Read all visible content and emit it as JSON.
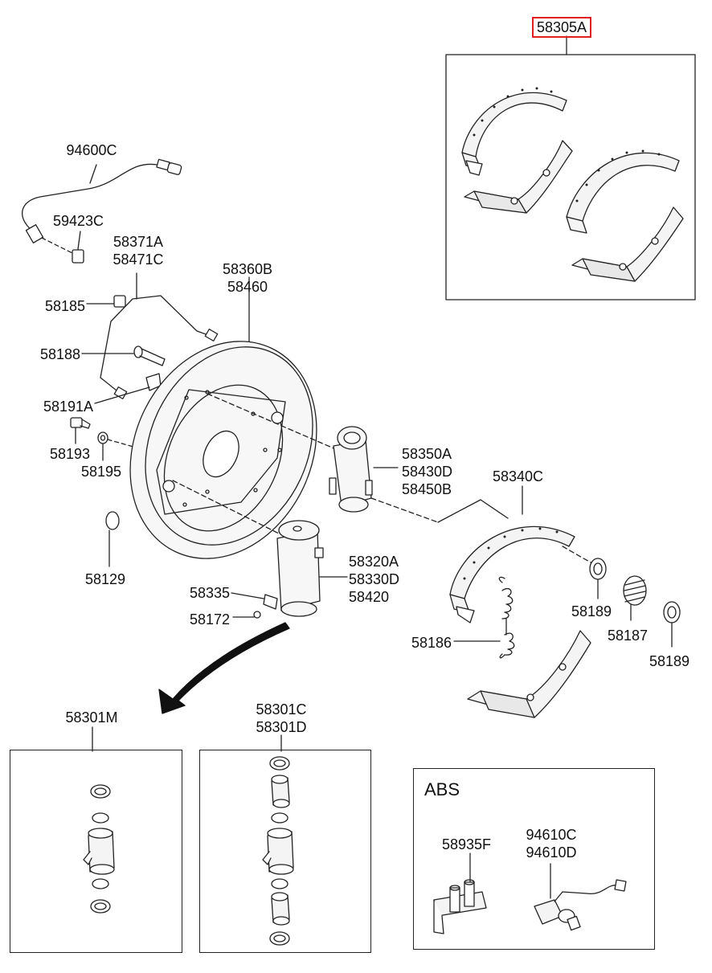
{
  "highlight_color": "#e02020",
  "labels": {
    "p58305A": "58305A",
    "p94600C": "94600C",
    "p59423C": "59423C",
    "p58371A": "58371A\n58471C",
    "p58360B": "58360B\n58460",
    "p58185": "58185",
    "p58188": "58188",
    "p58191A": "58191A",
    "p58193": "58193",
    "p58195": "58195",
    "p58129": "58129",
    "p58350A": "58350A\n58430D\n58450B",
    "p58340C": "58340C",
    "p58320A": "58320A\n58330D\n58420",
    "p58335": "58335",
    "p58172": "58172",
    "p58189a": "58189",
    "p58187": "58187",
    "p58189b": "58189",
    "p58186": "58186",
    "p58301M": "58301M",
    "p58301C": "58301C\n58301D",
    "p58935F": "58935F",
    "p94610C": "94610C\n94610D"
  },
  "abs_title": "ABS"
}
